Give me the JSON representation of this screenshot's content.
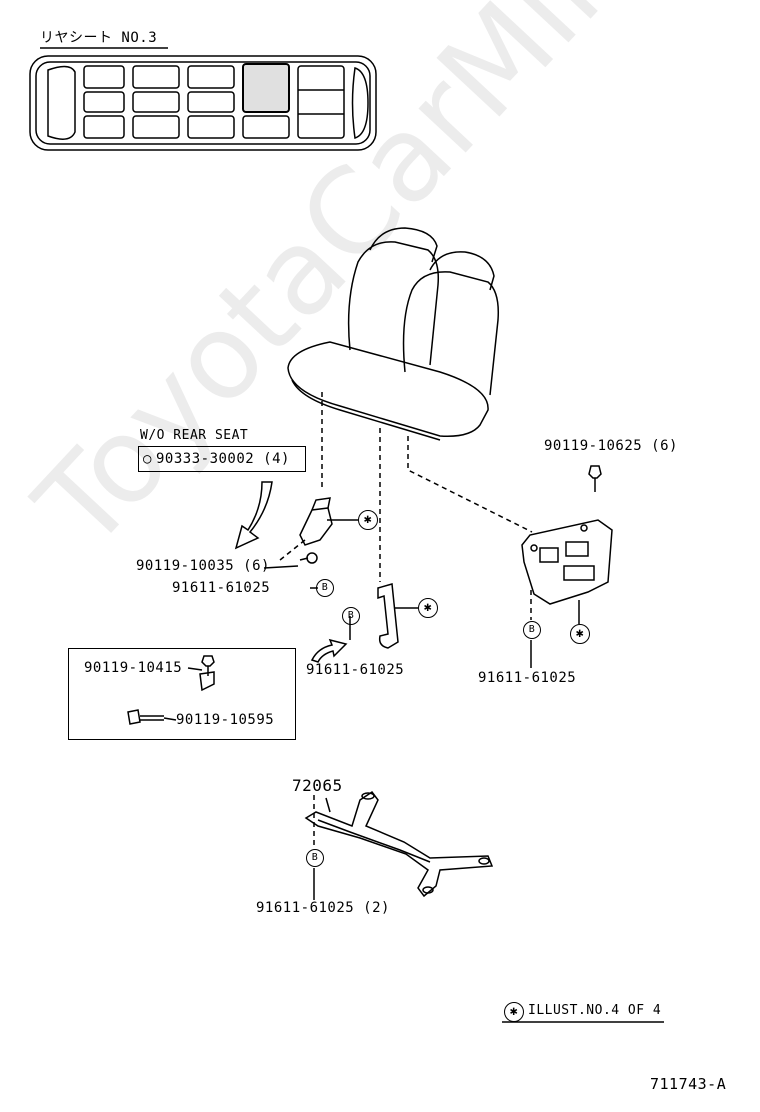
{
  "header": {
    "section_label": "リヤシート NO.3"
  },
  "watermark": "ToyotaCarMine.ru",
  "notes": {
    "wo_rear_seat_title": "W/O REAR SEAT",
    "wo_rear_seat_part": "90333-30002 (4)"
  },
  "parts": {
    "p_90119_10625": "90119-10625 (6)",
    "p_90119_10035": "90119-10035 (6)",
    "p_91611_61025_a": "91611-61025",
    "p_91611_61025_b": "91611-61025",
    "p_91611_61025_c": "91611-61025",
    "p_90119_10415": "90119-10415",
    "p_90119_10595": "90119-10595",
    "p_72065": "72065",
    "p_91611_61025_2": "91611-61025 (2)"
  },
  "markers": {
    "b": "B",
    "star": "✱"
  },
  "footer": {
    "illust_ref": "ILLUST.NO.4  OF 4",
    "diagram_code": "711743-A"
  },
  "colors": {
    "line": "#000000",
    "watermark": "#c8c8c8",
    "background": "#ffffff"
  }
}
